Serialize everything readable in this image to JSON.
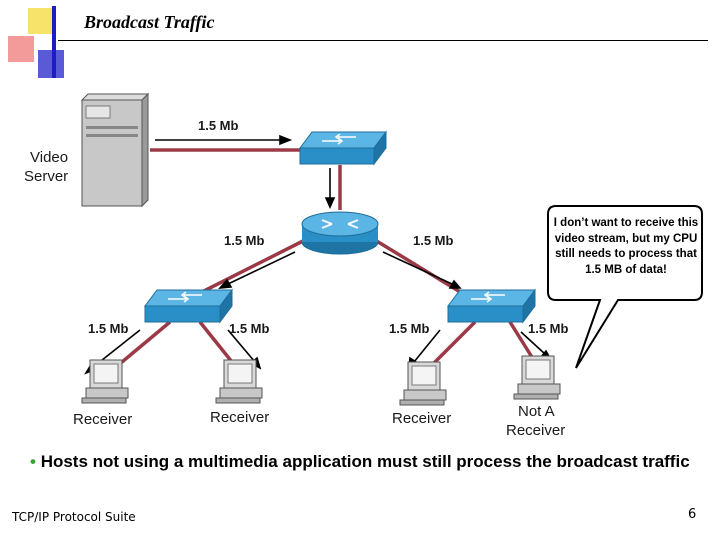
{
  "header": {
    "title": "Broadcast Traffic"
  },
  "diagram": {
    "server_label_line1": "Video",
    "server_label_line2": "Server",
    "link_labels": [
      "1.5 Mb",
      "1.5 Mb",
      "1.5 Mb",
      "1.5 Mb",
      "1.5 Mb",
      "1.5 Mb",
      "1.5 Mb"
    ],
    "receivers": [
      "Receiver",
      "Receiver",
      "Receiver"
    ],
    "not_receiver_line1": "Not A",
    "not_receiver_line2": "Receiver",
    "speech_bubble": "I don’t want to receive this video stream, but my CPU still needs to process that 1.5 MB of data!"
  },
  "bullet": {
    "text": "Hosts not using a multimedia application must still process the broadcast traffic"
  },
  "footer": {
    "left": "TCP/IP Protocol Suite",
    "page_number": "6"
  },
  "colors": {
    "link": "#9b3a46",
    "arrow": "#000000",
    "device": "#2a8fc6",
    "bullet": "#3aa03a"
  }
}
